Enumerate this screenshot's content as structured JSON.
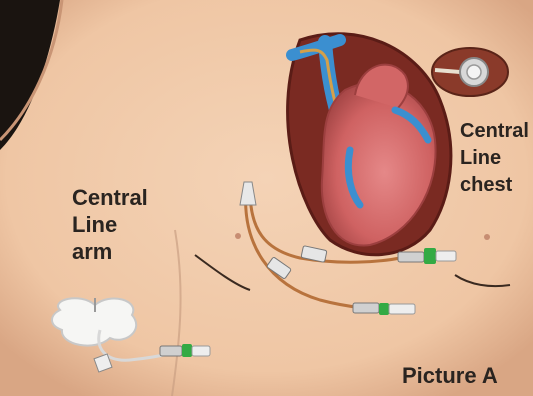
{
  "labels": {
    "arm": [
      "Central",
      "Line",
      "arm"
    ],
    "chest": [
      "Central",
      "Line",
      "chest"
    ],
    "caption": "Picture A"
  },
  "colors": {
    "skin": "#f0c9a8",
    "skin_shadow": "#d9a684",
    "background": "#1a1410",
    "heart": "#d46a6a",
    "vein": "#3b8fd0",
    "cavity": "#7a2a22",
    "catheter": "#b8733d",
    "connector_green": "#33aa44",
    "text": "#2a2420"
  },
  "icons": [
    "heart-illustration",
    "implanted-port-icon",
    "dressing-icon",
    "catheter-line"
  ]
}
